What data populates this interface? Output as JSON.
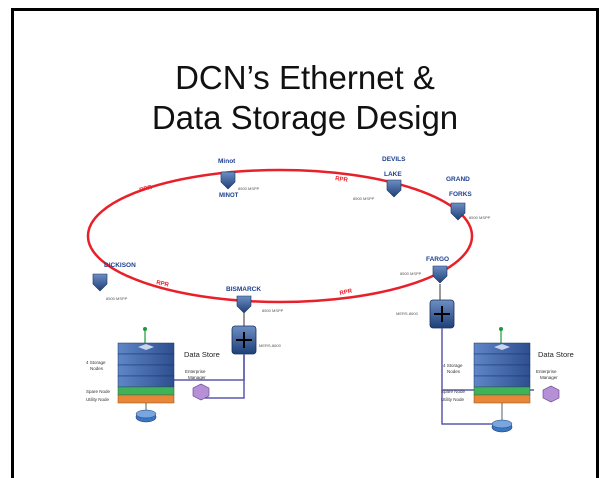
{
  "slide": {
    "title_line1": "DCN’s Ethernet &",
    "title_line2": "Data Storage Design"
  },
  "ring": {
    "color": "#e8202a",
    "segment_labels": [
      "RPR",
      "RPR",
      "RPR",
      "RPR"
    ]
  },
  "nodes": [
    {
      "name": "Minot",
      "sub": "MINOT",
      "device": "8500 MSPP"
    },
    {
      "name": "DEVILS",
      "sub": "LAKE",
      "device": "8500 MSPP"
    },
    {
      "name": "GRAND",
      "sub": "FORKS",
      "device": "8500 MSPP"
    },
    {
      "name": "DICKISON",
      "sub": "",
      "device": "8500 MSPP"
    },
    {
      "name": "BISMARCK",
      "sub": "",
      "device": "8500 MSPP"
    },
    {
      "name": "FARGO",
      "sub": "",
      "device": "8500 MSPP"
    }
  ],
  "switches": [
    {
      "label": "MERS-8600"
    },
    {
      "label": "MERS-8600"
    }
  ],
  "data_stores": [
    {
      "title": "Data Store",
      "manager": "Enterprise",
      "manager2": "Manager",
      "storage_nodes": "4 Storage",
      "storage_nodes2": "Nodes",
      "spare_node": "Spare Node",
      "utility_node": "Utility Node"
    },
    {
      "title": "Data Store",
      "manager": "Enterprise",
      "manager2": "Manager",
      "storage_nodes": "4 Storage",
      "storage_nodes2": "Nodes",
      "spare_node": "Spare Node",
      "utility_node": "Utility Node"
    }
  ],
  "colors": {
    "node_blue": "#1e4d8c",
    "label_blue": "#1d3f8f",
    "link_blue": "#5a5ab0"
  }
}
